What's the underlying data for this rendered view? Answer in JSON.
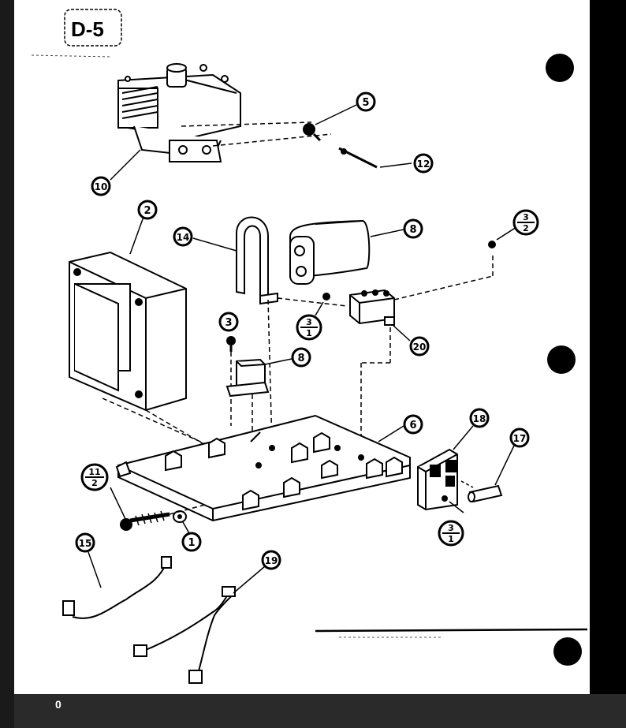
{
  "page_label": "D-5",
  "page_number": "0",
  "callouts": {
    "magnetron_screw": "5",
    "antenna_lead": "12",
    "magnetron": "10",
    "transformer": "2",
    "cap_clamp": "14",
    "capacitor": "8",
    "relay_screw_top": "3",
    "relay_screw_bottom": "2",
    "clamp_screw_top": "3",
    "clamp_screw_bottom": "1",
    "relay": "20",
    "small_screw": "3",
    "diode": "8",
    "base_plate": "6",
    "fuse_holder": "18",
    "fuse": "17",
    "bolt_top": "11",
    "bolt_bottom": "2",
    "washer": "1",
    "board_screw_top": "3",
    "board_screw_bottom": "1",
    "wire_a": "15",
    "wire_b": "19"
  }
}
